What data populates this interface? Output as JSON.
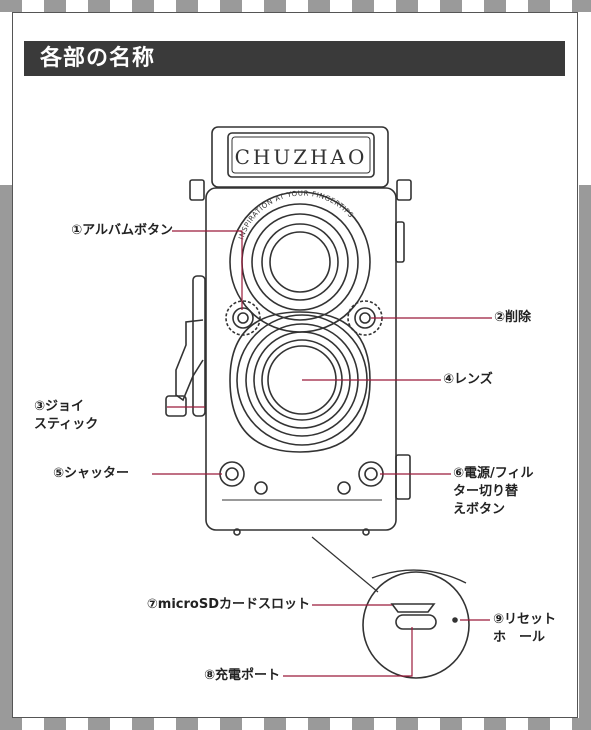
{
  "header": {
    "title": "各部の名称"
  },
  "camera": {
    "brand": "CHUZHAO",
    "lens_ring_text": "INSPIRATION AT YOUR FINGERTIPS"
  },
  "labels": {
    "album_button": "①アルバムボタン",
    "delete": "②削除",
    "joystick_line1": "③ジョイ",
    "joystick_line2": "スティック",
    "lens": "④レンズ",
    "shutter": "⑤シャッター",
    "power_line1": "⑥電源/フィル",
    "power_line2": "ター切り替",
    "power_line3": "えボタン",
    "microsd": "⑦microSDカードスロット",
    "charge_port": "⑧充電ポート",
    "reset_line1": "⑨リセット",
    "reset_line2": "ホ　ール"
  },
  "colors": {
    "leader_line": "#9b1b3b",
    "title_bg": "#3a3a3a",
    "stripe": "#9a9a9a"
  }
}
